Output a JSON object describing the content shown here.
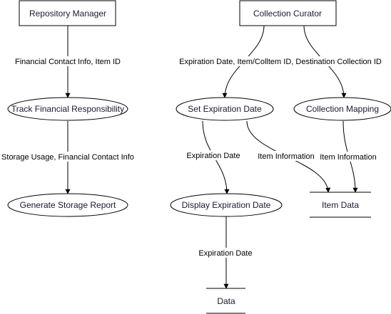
{
  "entities": {
    "repository_manager": "Repository Manager",
    "collection_curator": "Collection Curator"
  },
  "processes": {
    "track_financial": "Track Financial Responsibility",
    "generate_storage": "Generate Storage Report",
    "set_expiration": "Set Expiration Date",
    "collection_mapping": "Collection Mapping",
    "display_expiration": "Display Expiration Date"
  },
  "stores": {
    "item_data": "Item Data",
    "data": "Data"
  },
  "flows": {
    "rm_to_track": "Financial Contact Info, Item ID",
    "track_to_generate": "Storage Usage, Financial Contact Info",
    "curator_to_set": "Expiration Date, Item/Colltem ID, Destination Collection ID",
    "set_to_display": "Expiration Date",
    "set_to_itemdata": "Item Information",
    "mapping_to_itemdata": "Item Information",
    "display_to_data": "Expiration Date"
  }
}
